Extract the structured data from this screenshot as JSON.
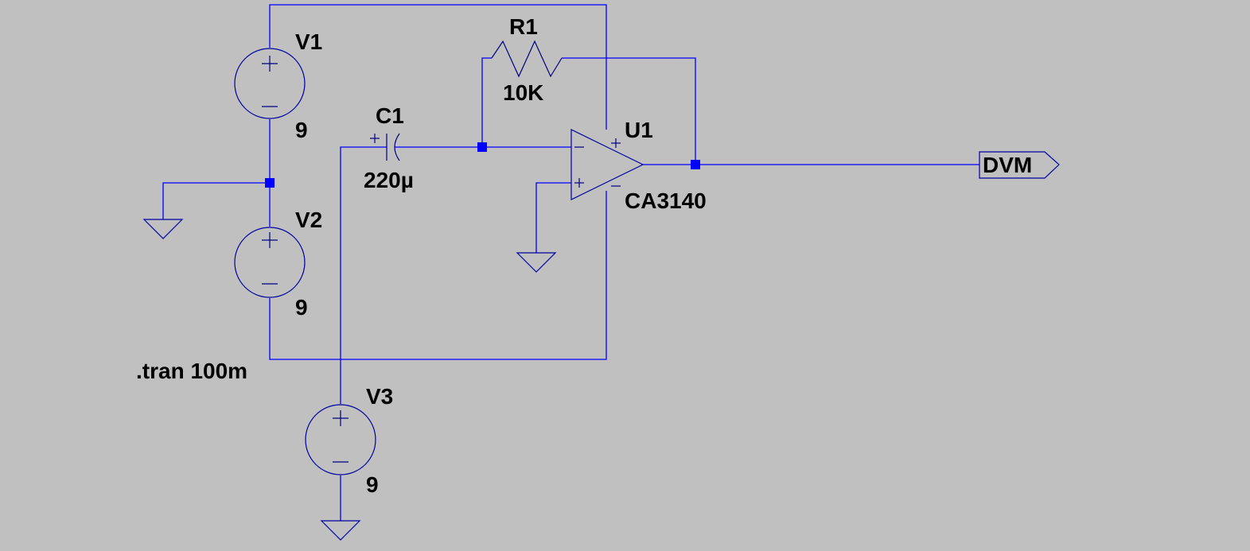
{
  "components": {
    "v1": {
      "name": "V1",
      "value": "9"
    },
    "v2": {
      "name": "V2",
      "value": "9"
    },
    "v3": {
      "name": "V3",
      "value": "9"
    },
    "r1": {
      "name": "R1",
      "value": "10K"
    },
    "c1": {
      "name": "C1",
      "value": "220µ"
    },
    "u1": {
      "name": "U1",
      "value": "CA3140"
    }
  },
  "net_label": "DVM",
  "directive": ".tran 100m",
  "pin_marks": {
    "plus": "+",
    "minus": "−"
  },
  "colors": {
    "background": "#C0C0C0",
    "wire": "#0000FF",
    "symbol": "#000080",
    "text": "#000000"
  }
}
